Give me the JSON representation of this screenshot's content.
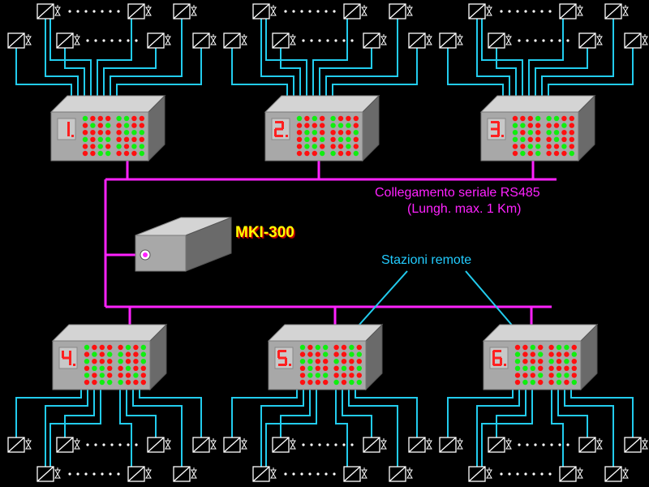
{
  "labels": {
    "bus_line1": "Collegamento seriale RS485",
    "bus_line2": "(Lungh. max. 1 Km)",
    "master_name": "MKI-300",
    "remote_stations": "Stazioni remote"
  },
  "stations": [
    {
      "id": 1,
      "digit": "1"
    },
    {
      "id": 2,
      "digit": "2"
    },
    {
      "id": 3,
      "digit": "3"
    },
    {
      "id": 4,
      "digit": "4"
    },
    {
      "id": 5,
      "digit": "5"
    },
    {
      "id": 6,
      "digit": "6"
    }
  ],
  "colors": {
    "background": "#000000",
    "bus": "#ff22ff",
    "wire": "#22ccee",
    "led_red": "#ff1010",
    "led_green": "#10ee10",
    "box_front": "#a8a8a8",
    "box_top": "#d4d4d4",
    "box_side": "#6a6a6a",
    "display_digit": "#ff2020"
  }
}
